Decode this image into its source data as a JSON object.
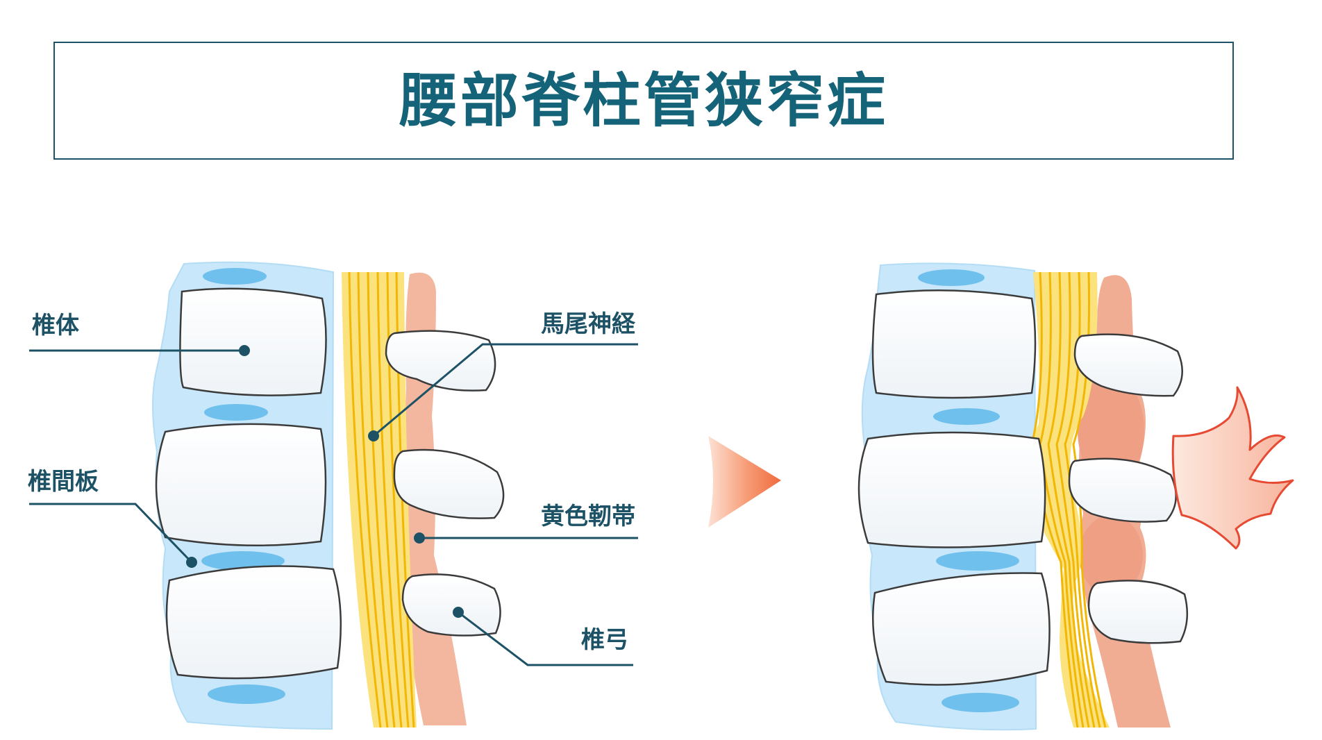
{
  "title": "腰部脊柱管狭窄症",
  "labels": {
    "vertebral_body": "椎体",
    "intervertebral_disc": "椎間板",
    "cauda_equina": "馬尾神経",
    "ligamentum_flavum": "黄色靭帯",
    "vertebral_arch": "椎弓"
  },
  "colors": {
    "title": "#146378",
    "leader_line": "#1d5266",
    "disc_blue": "#c6e6f9",
    "disc_core": "#5fb8ea",
    "nerve_yellow": "#f5cc17",
    "ligament_pink": "#f3b79f",
    "arrow_orange": "#f07448",
    "pain_burst": "#e64a33"
  },
  "icons": {
    "transition": "right-arrow-icon",
    "pain": "pain-burst-icon"
  }
}
